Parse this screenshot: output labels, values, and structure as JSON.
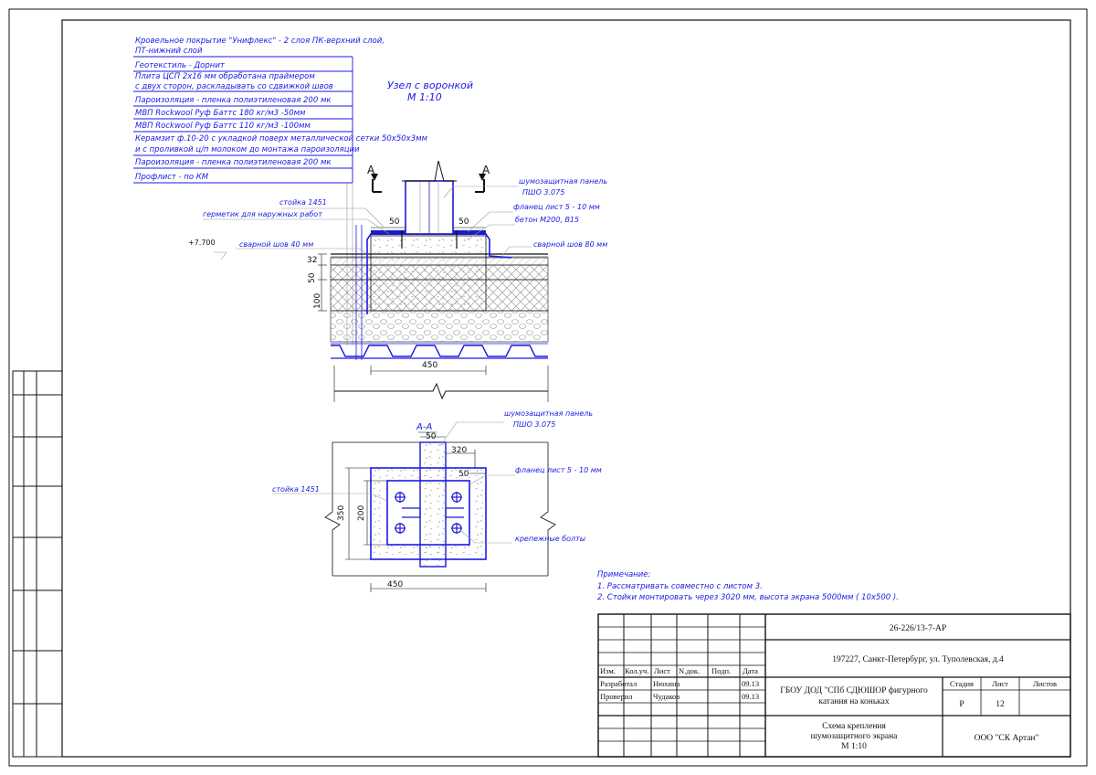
{
  "layers": [
    "Кровельное покрытие \"Унифлекс\" - 2 слоя ПК-верхний слой,",
    "ПТ-нижний слой",
    "Геотекстиль - Дорнит",
    "Плита ЦСП 2х16 мм обработана праймером",
    "с двух сторон, раскладывать со сдвижкой швов",
    "Пароизоляция - пленка полиэтиленовая 200 мк",
    "МВП Rockwool Руф Баттс 180 кг/м3    -50мм",
    "МВП Rockwool Руф Баттс 110 кг/м3    -100мм",
    "Керамзит ф.10-20 с укладкой поверх металлической сетки 50х50х3мм",
    "и с проливкой ц/п молоком до монтажа пароизоляции",
    "Пароизоляция - пленка полиэтиленовая 200 мк",
    "Профлист   -   по КМ"
  ],
  "node_title": "Узел с воронкой",
  "node_scale": "М 1:10",
  "section_mark": "А",
  "section_title": "А-А",
  "labels": {
    "panel": "шумозащитная панель",
    "panel_code": "ПШО 3.075",
    "stand": "стойка 1451",
    "sealant": "герметик для наружных работ",
    "flange": "фланец лист 5 - 10 мм",
    "concrete": "бетон М200, В15",
    "weld80": "сварной шов 80 мм",
    "weld40": "сварной шов 40 мм",
    "level": "+7.700",
    "bolts": "крепежные болты"
  },
  "dims": {
    "d50a": "50",
    "d50b": "50",
    "d32": "32",
    "d50c": "50",
    "d100": "100",
    "d450": "450",
    "d320": "320",
    "d50d": "50",
    "d50e": "50",
    "d350": "350",
    "d200": "200",
    "d450b": "450"
  },
  "notes": {
    "title": "Примечание:",
    "n1": "1. Рассматривать совместно с листом 3.",
    "n2": "2. Стойки монтировать через 3020 мм, высота экрана 5000мм ( 10х500 )."
  },
  "stamp": {
    "code": "26-226/13-7-АР",
    "address": "197227, Санкт-Петербург, ул. Туполевская, д.4",
    "col_izm": "Изм.",
    "col_kol": "Кол.уч.",
    "col_list": "Лист",
    "col_ndok": "N.док.",
    "col_podp": "Подп.",
    "col_data": "Дата",
    "role1": "Разработал",
    "name1": "Нюхина",
    "date1": "09.13",
    "role2": "Проверил",
    "name2": "Чудаков",
    "date2": "09.13",
    "org_line1": "ГБОУ ДОД \"СПб СДЮШОР фигурного",
    "org_line2": "катания на коньках",
    "stage_h": "Стадия",
    "sheet_h": "Лист",
    "sheets_h": "Листов",
    "stage": "Р",
    "sheet": "12",
    "sheets": "",
    "title1": "Схема крепления",
    "title2": "шумозащитного экрана",
    "title3": "М 1:10",
    "company": "ООО \"СК Артан\""
  },
  "colors": {
    "ink": "#111111",
    "blue": "#1a1ae6",
    "steel": "#1a1acc",
    "grey": "#9a9a9a"
  }
}
